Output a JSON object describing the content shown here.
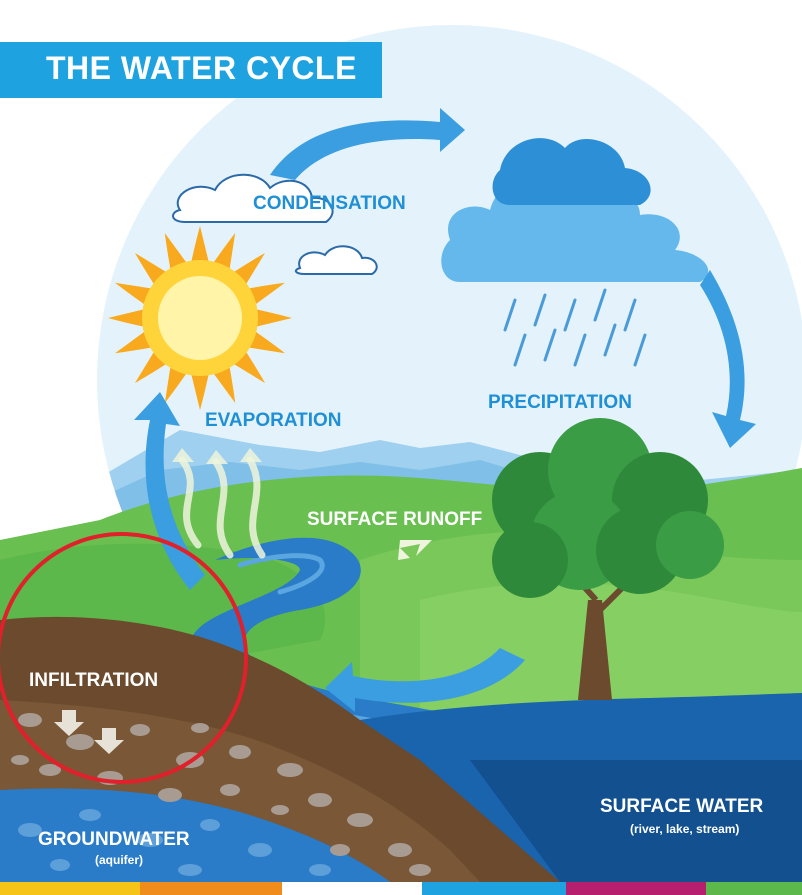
{
  "title": "THE WATER CYCLE",
  "labels": {
    "condensation": "CONDENSATION",
    "precipitation": "PRECIPITATION",
    "evaporation": "EVAPORATION",
    "surface_runoff": "SURFACE RUNOFF",
    "infiltration": "INFILTRATION",
    "surface_water": "SURFACE WATER",
    "surface_water_sub": "(river, lake, stream)",
    "groundwater": "GROUNDWATER",
    "groundwater_sub": "(aquifer)"
  },
  "colors": {
    "title_bar": "#1ea3e0",
    "label_blue": "#1f8fd6",
    "sky": "#e4f3fb",
    "grass": "#5cb84a",
    "soil": "#6b4a2e",
    "deep_water": "#12508f",
    "highlight_circle": "#e0202a",
    "stripe_colors": [
      "#f6c416",
      "#f08c1c",
      "#ffffff",
      "#1ea3e0",
      "#b51f6e",
      "#5cb84a"
    ]
  }
}
